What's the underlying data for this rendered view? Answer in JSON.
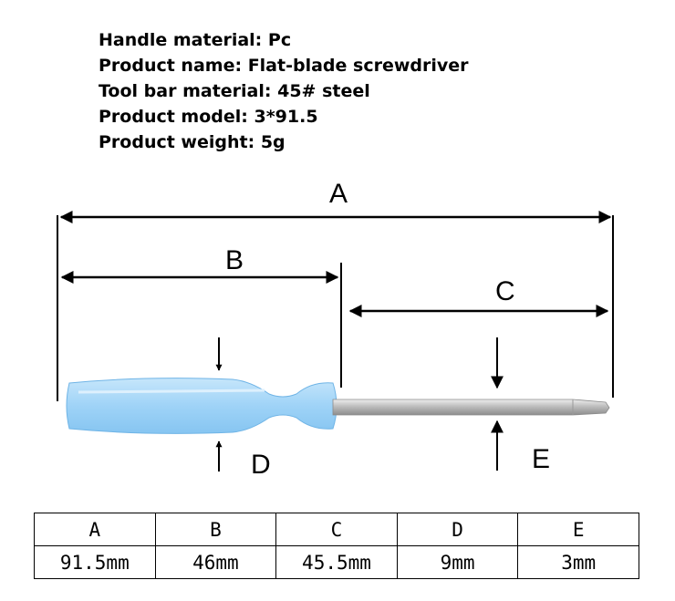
{
  "specs": [
    {
      "label": "Handle material",
      "value": "Pc"
    },
    {
      "label": "Product name",
      "value": "Flat-blade screwdriver"
    },
    {
      "label": "Tool bar material",
      "value": "45# steel"
    },
    {
      "label": "Product model",
      "value": "3*91.5"
    },
    {
      "label": "Product weight",
      "value": "5g"
    }
  ],
  "diagram": {
    "labels": {
      "A": "A",
      "B": "B",
      "C": "C",
      "D": "D",
      "E": "E"
    },
    "colors": {
      "handle": "#9fd3f7",
      "handle_edge": "#6fb4e6",
      "shaft": "#c8c8c8",
      "line": "#000000"
    }
  },
  "table": {
    "headers": [
      "A",
      "B",
      "C",
      "D",
      "E"
    ],
    "values": [
      "91.5mm",
      "46mm",
      "45.5mm",
      "9mm",
      "3mm"
    ]
  }
}
